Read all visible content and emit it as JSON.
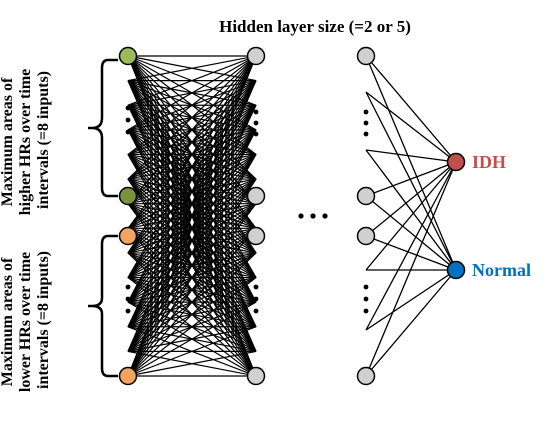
{
  "title": "Hidden layer size (=2 or 5)",
  "input_group_higher": {
    "label_lines": [
      "Maximum areas of",
      "higher HRs over time",
      "intervals (=8 inputs)"
    ]
  },
  "input_group_lower": {
    "label_lines": [
      "Maximum areas of",
      "lower HRs over time",
      "intervals (=8 inputs)"
    ]
  },
  "outputs": [
    {
      "label": "IDH",
      "color": "#c0504d"
    },
    {
      "label": "Normal",
      "color": "#0070c0"
    }
  ],
  "colors": {
    "input_higher": "#9bbb59",
    "input_higher_dark": "#77933c",
    "input_lower": "#f4a460",
    "hidden": "#d0d0d0",
    "edge": "#000000"
  }
}
